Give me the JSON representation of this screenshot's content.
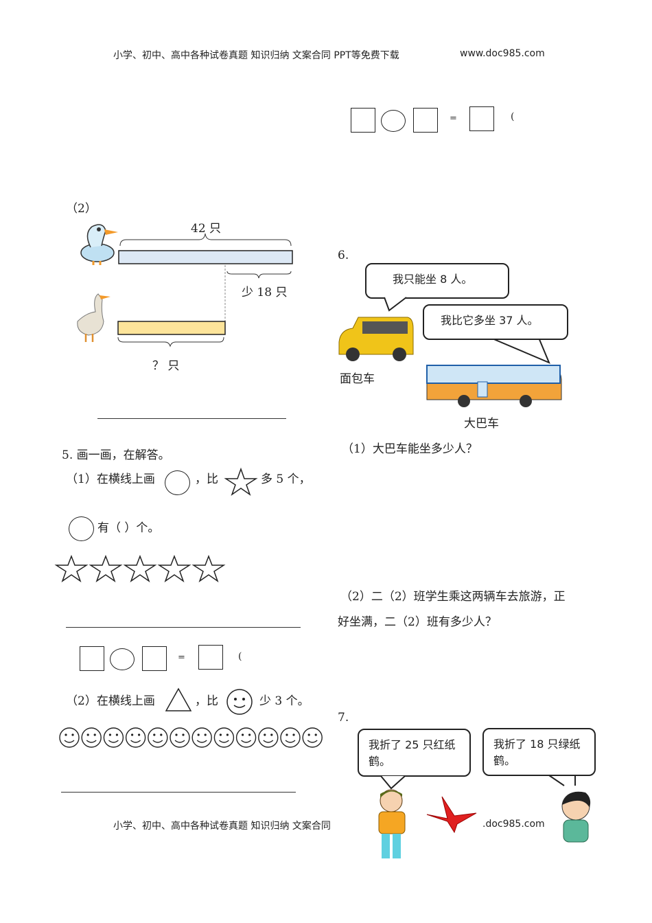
{
  "header": {
    "text": "小学、初中、高中各种试卷真题  知识归纳  文案合同  PPT等免费下载",
    "site": "www.doc985.com"
  },
  "footer": {
    "text": "小学、初中、高中各种试卷真题  知识归纳  文案合同",
    "site": ".doc985.com"
  },
  "top_eq": {
    "equals": "=",
    "paren": "("
  },
  "q4_2": {
    "label": "（2）",
    "total": "42 只",
    "less": "少 18 只",
    "unknown": "？ 只"
  },
  "q5": {
    "title": "5. 画一画，在解答。",
    "p1_a": "（1）在横线上画",
    "p1_b": "，比",
    "p1_c": "多 5 个，",
    "p1_d": "有（        ）个。",
    "equals": "=",
    "paren": "(",
    "p2_a": "（2）在横线上画",
    "p2_b": "，比",
    "p2_c": "少 3 个。"
  },
  "q6": {
    "num": "6.",
    "bubble1": "我只能坐 8 人。",
    "bubble2": "我比它多坐 37 人。",
    "van": "面包车",
    "bus": "大巴车",
    "p1": "（1）大巴车能坐多少人？",
    "p2_line1": "（2）二（2）班学生乘这两辆车去旅游，正",
    "p2_line2": "好坐满，二（2）班有多少人？"
  },
  "q7": {
    "num": "7.",
    "bubble1": "我折了 25 只红纸鹤。",
    "bubble2": "我折了 18 只绿纸鹤。"
  },
  "colors": {
    "duck_bar": "#dce8f5",
    "goose_bar": "#fde49a",
    "bus": "#f2a33a",
    "van": "#f0c419",
    "crane": "#e02020"
  }
}
